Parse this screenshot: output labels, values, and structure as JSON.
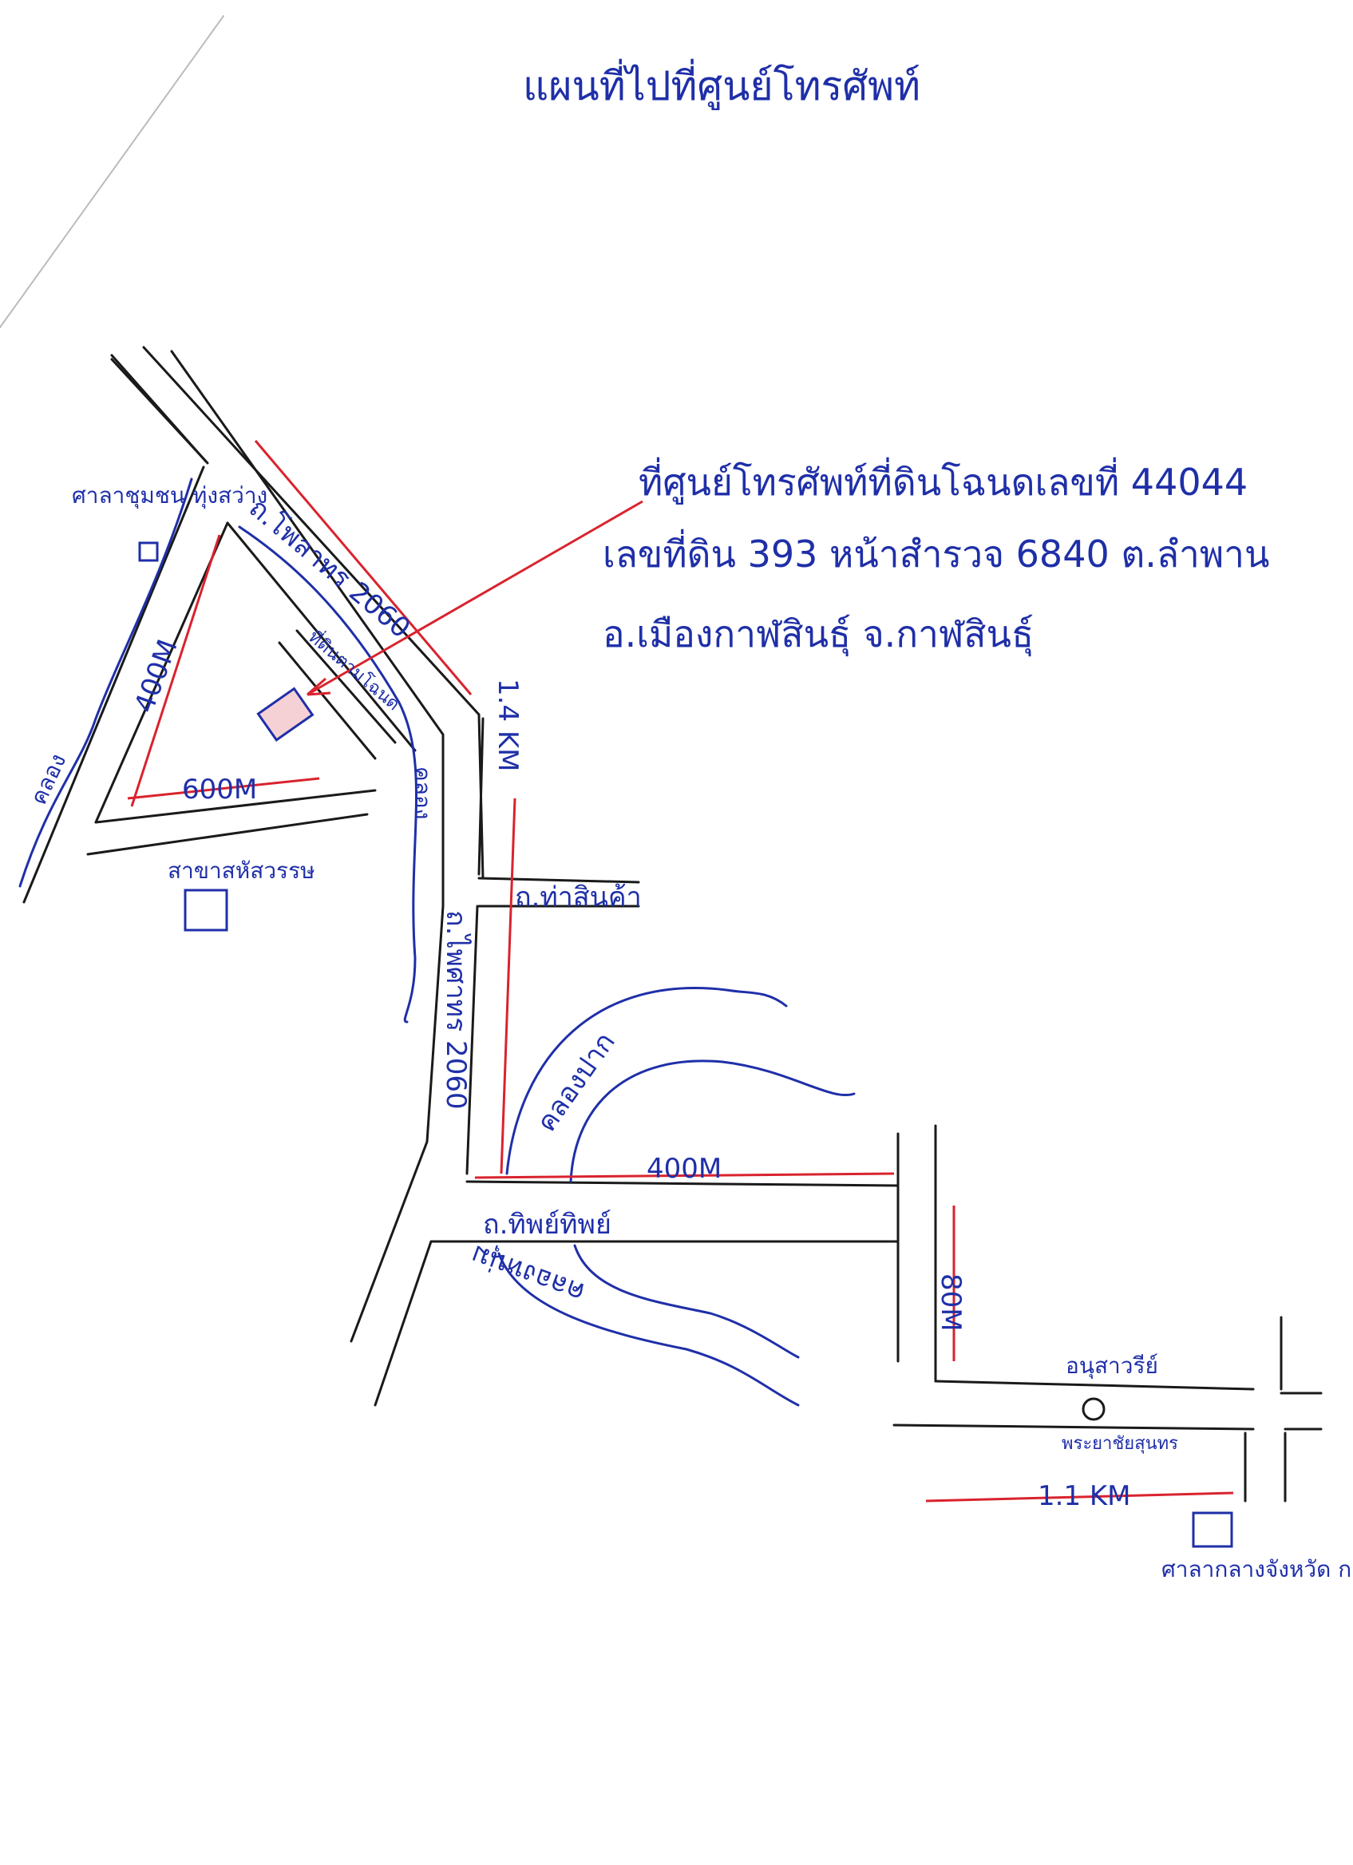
{
  "title": "แผนที่ไปที่ศูนย์โทรศัพท์",
  "note": {
    "line1": "ที่ศูนย์โทรศัพท์ที่ดินโฉนดเลขที่ 44044",
    "line2": "เลขที่ดิน 393 หน้าสำรวจ 6840 ต.ลำพาน",
    "line3": "อ.เมืองกาฬสินธุ์ จ.กาฬสินธุ์"
  },
  "roads": {
    "road_2060_top": "ถ.โพลาทร 2060",
    "road_2060_bottom": "ถ.ไพศาทร 2060",
    "tha_sinkha": "ถ.ท่าสินค้า",
    "thi_thip": "ถ.ทิพย์ทิพย์",
    "khlong": "คลอง",
    "khlong_pak": "คลองปาก",
    "khlong_bottom": "คลองหนุ่ม"
  },
  "places": {
    "community_hall": "ศาลาชุมชน ทุ่งสว่าง",
    "branch_office": "สาขาสหัสวรรษ",
    "city_hall": "ศาลากลางจังหวัด กาฬสินธุ์",
    "monument": "อนุสาวรีย์",
    "monument_sub": "พระยาชัยสุนทร",
    "site_label": "ที่ดินตามโฉนด"
  },
  "distances": {
    "d_400m_left": "400M",
    "d_600m": "600M",
    "d_1_4km": "1.4 KM",
    "d_400m_bottom": "400M",
    "d_80m": "80M",
    "d_1_1km": "1.1 KM"
  },
  "colors": {
    "ink": "#1f2fa8",
    "dimension": "#d9232e",
    "road": "#1a1a1a"
  }
}
